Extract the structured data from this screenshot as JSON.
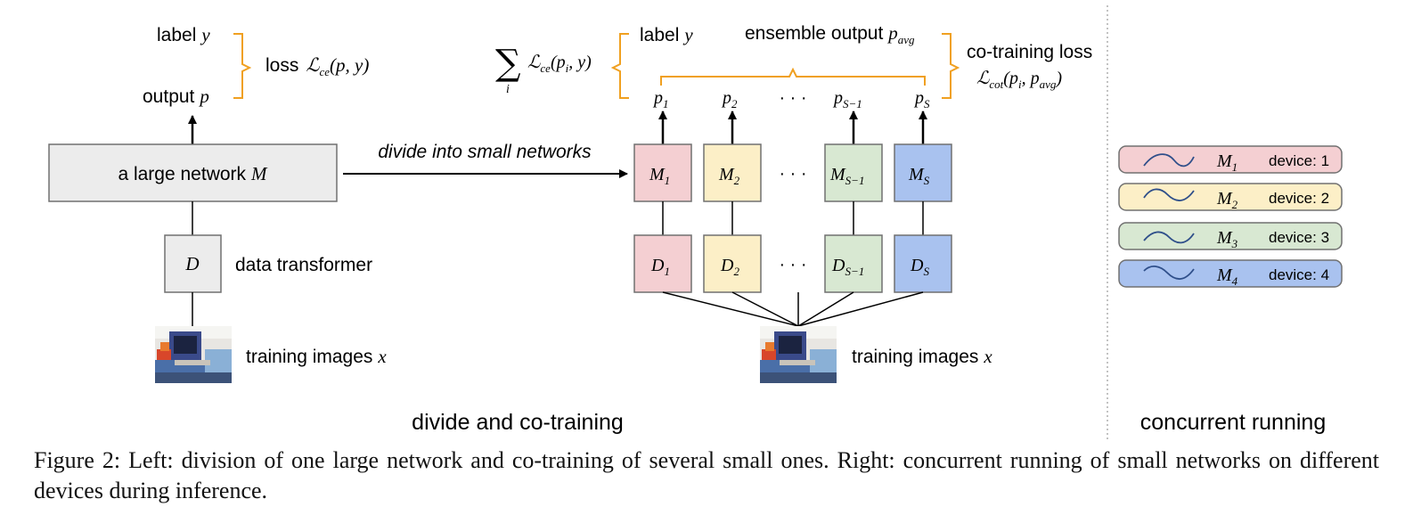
{
  "colors": {
    "brace": "#f0a020",
    "line": "#000000",
    "gray_box": "#ececec",
    "m1": "#f4cfd2",
    "m2": "#fcefc7",
    "m3": "#d8e8d2",
    "m4": "#a9c2ef",
    "border": "#707070",
    "wave": "#2f4f8a"
  },
  "left": {
    "label_y": "label",
    "output_p": "output",
    "loss": "loss",
    "network": "a large network",
    "data_box": "D",
    "data_transformer": "data transformer",
    "training_images": "training images"
  },
  "middle": {
    "divide_text": "divide into small networks",
    "label_y": "label",
    "ensemble_output": "ensemble output",
    "cotraining_loss": "co-training loss",
    "ellipsis": "· · ·",
    "training_images": "training images"
  },
  "section_titles": {
    "left": "divide and co-training",
    "right": "concurrent running"
  },
  "devices": [
    {
      "model": "M",
      "sub": "1",
      "label": "device: 1"
    },
    {
      "model": "M",
      "sub": "2",
      "label": "device: 2"
    },
    {
      "model": "M",
      "sub": "3",
      "label": "device: 3"
    },
    {
      "model": "M",
      "sub": "4",
      "label": "device: 4"
    }
  ],
  "caption": "Figure 2: Left: division of one large network and co-training of several small ones. Right: concurrent running of small networks on different devices during inference."
}
